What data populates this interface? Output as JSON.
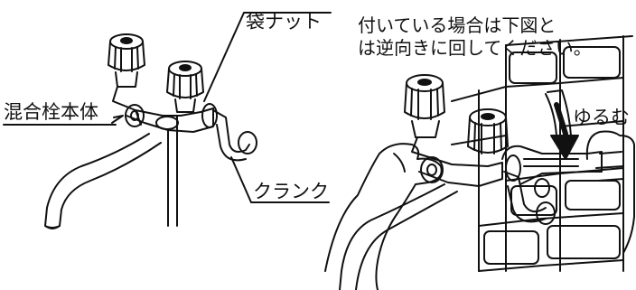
{
  "labels": {
    "bag_nut": "袋ナット",
    "mixer_body": "混合栓本体",
    "crank": "クランク",
    "loosen": "ゆるむ"
  },
  "note": {
    "line1": "付いている場合は下図と",
    "line2": "は逆向きに回してください。"
  },
  "colors": {
    "ink": "#111111",
    "paper": "#ffffff"
  }
}
